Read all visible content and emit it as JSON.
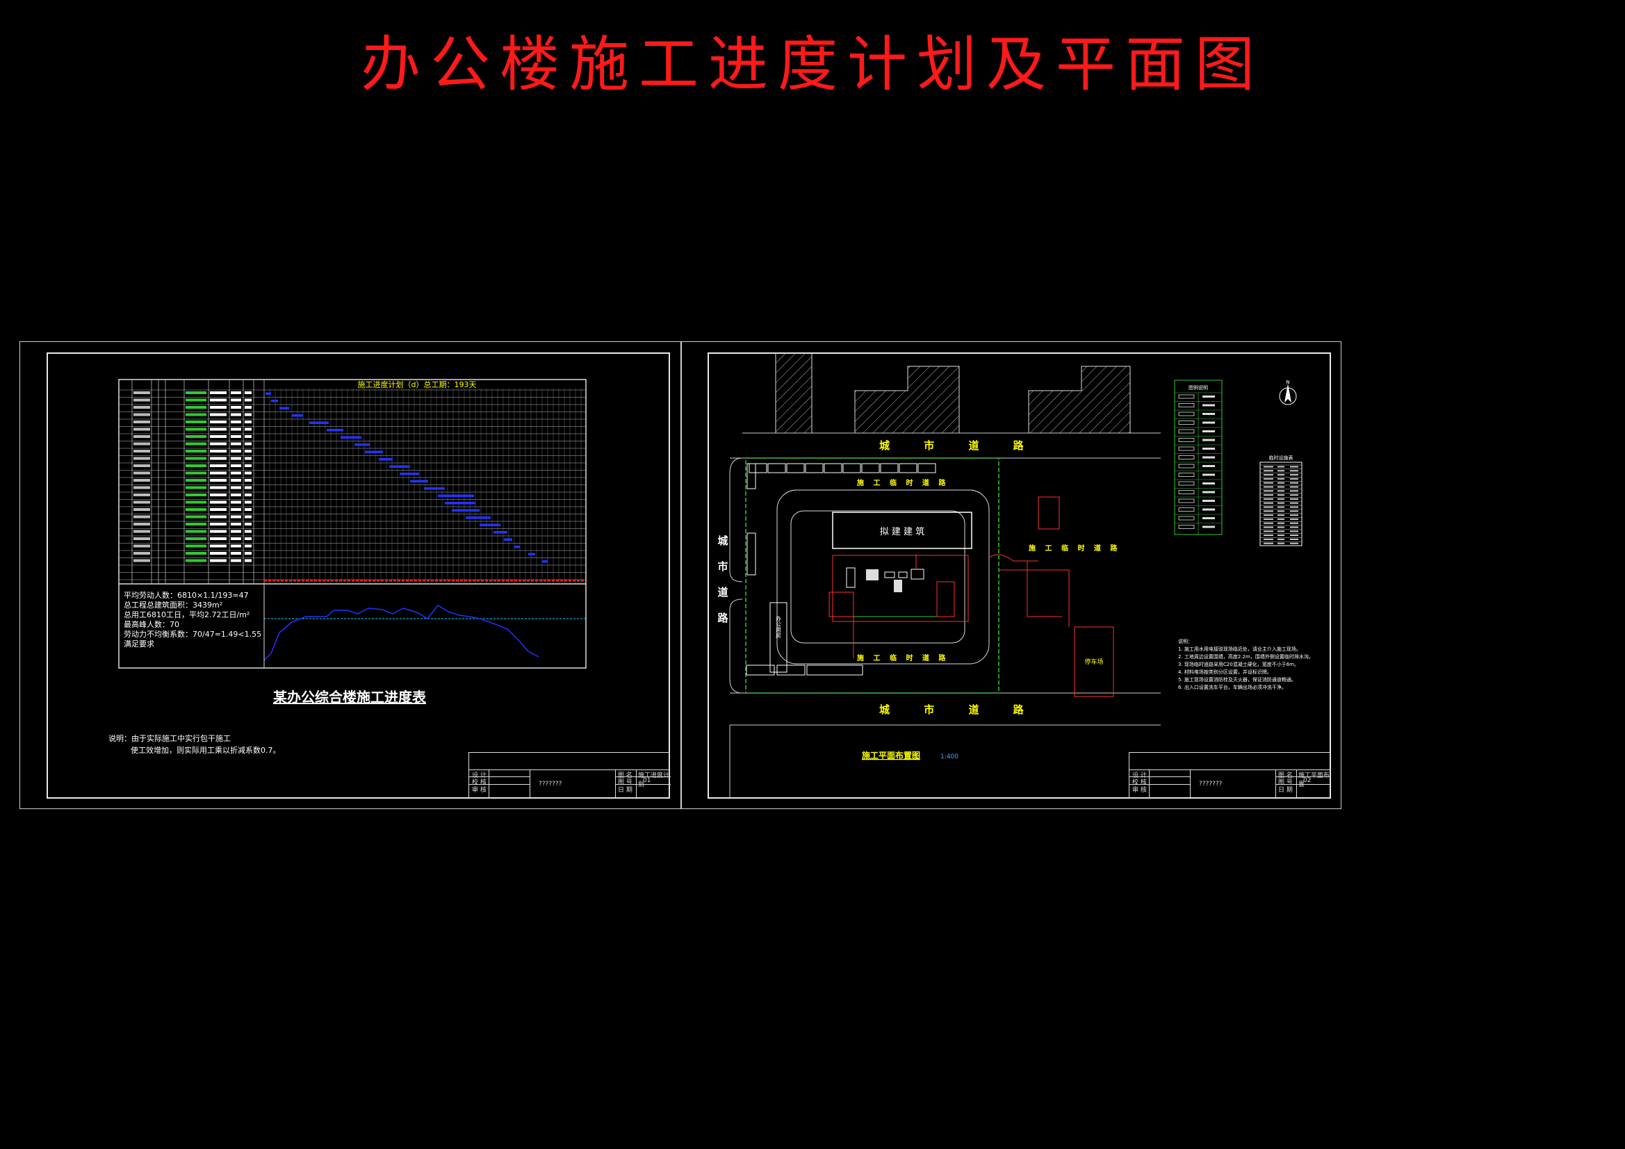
{
  "page_title": "办公楼施工进度计划及平面图",
  "left_sheet": {
    "schedule_header": "施工进度计划（d）总工期：193天",
    "schedule_title": "某办公综合楼施工进度表",
    "labor_notes": [
      "平均劳动人数：6810×1.1/193=47",
      "总工程总建筑面积：3439m²",
      "总用工6810工日，平均2.72工日/m²",
      "最高峰人数：70",
      "劳动力不均衡系数：70/47=1.49<1.55",
      "满足要求"
    ],
    "remarks": [
      "说明：由于实际施工中实行包干施工",
      "使工效增加，则实际用工乘以折减系数0.7。"
    ],
    "title_block": {
      "drawing_no": "???????",
      "drawing_title": "施工进度计划",
      "sheet_code": "01",
      "rows_left": [
        "设 计",
        "校 核",
        "审 核"
      ],
      "rows_right": [
        "图 名",
        "图 号",
        "日 期"
      ]
    }
  },
  "right_sheet": {
    "plan_title": "施工平面布置图",
    "plan_scale": "1:400",
    "city_road": "城 市 道 路",
    "city_road_vertical": "城市道路",
    "temp_road": "施 工 临 时 道 路",
    "proposed_building": "拟 建 建 筑",
    "parking": "停车场",
    "legend_title": "图例说明",
    "facility_table_title": "临时设施表",
    "north_label": "N",
    "site_office": "办公用房",
    "notes_header": "说明：",
    "notes": [
      "1. 施工用水用电接驳现场临近处，请业主介入施工现场。",
      "2. 工地周边设置围墙，高度2.2m，围墙外侧设置临时排水沟。",
      "3. 现场临时道路采用C20混凝土硬化，宽度不小于6m。",
      "4. 材料堆场按类别分区设置，并设标识牌。",
      "5. 施工现场设置消防栓及灭火器，保证消防通道畅通。",
      "6. 出入口设置洗车平台，车辆出场必须冲洗干净。"
    ],
    "title_block": {
      "drawing_no": "???????",
      "drawing_title": "施工平面布置",
      "sheet_code": "02",
      "rows_left": [
        "设 计",
        "校 核",
        "审 核"
      ],
      "rows_right": [
        "图 名",
        "图 号",
        "日 期"
      ]
    }
  }
}
